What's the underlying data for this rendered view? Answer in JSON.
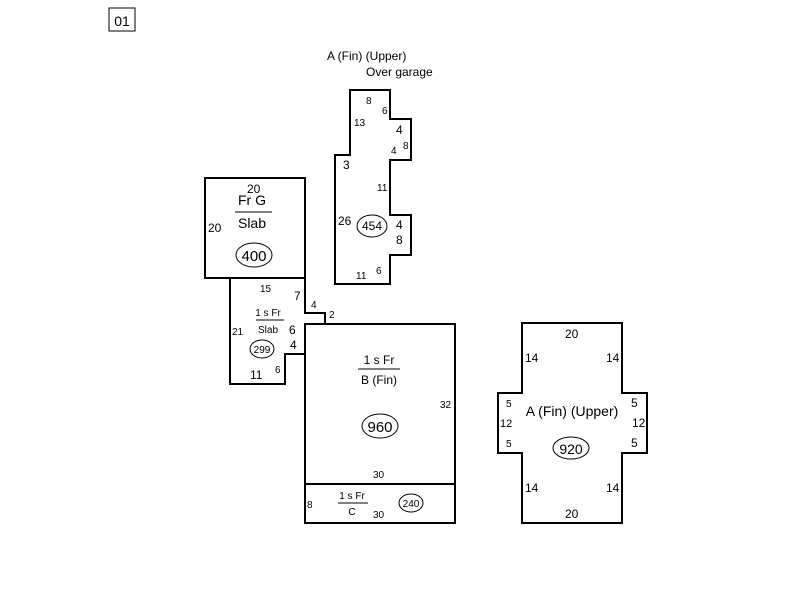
{
  "page_label": "01",
  "upper_over_garage": {
    "title_line1": "A (Fin)  (Upper)",
    "title_line2": "Over garage",
    "area": "454",
    "dims": [
      "8",
      "6",
      "13",
      "4",
      "4",
      "8",
      "3",
      "11",
      "26",
      "4",
      "8",
      "11",
      "6"
    ]
  },
  "garage": {
    "top": "Fr G",
    "bottom": "Slab",
    "area": "400",
    "dims": [
      "20",
      "20"
    ]
  },
  "slab_wing": {
    "top": "1 s Fr",
    "bottom": "Slab",
    "area": "299",
    "dims": [
      "15",
      "7",
      "4",
      "2",
      "21",
      "6",
      "4",
      "11",
      "6"
    ]
  },
  "main": {
    "top": "1 s Fr",
    "bottom": "B (Fin)",
    "area": "960",
    "dims": [
      "32",
      "30"
    ]
  },
  "crawl": {
    "top": "1 s Fr",
    "bottom": "C",
    "area": "240",
    "dims": [
      "8",
      "30"
    ]
  },
  "upper": {
    "label": "A (Fin)  (Upper)",
    "area": "920",
    "dims": [
      "20",
      "14",
      "14",
      "5",
      "5",
      "12",
      "12",
      "5",
      "5",
      "14",
      "14",
      "20"
    ]
  }
}
